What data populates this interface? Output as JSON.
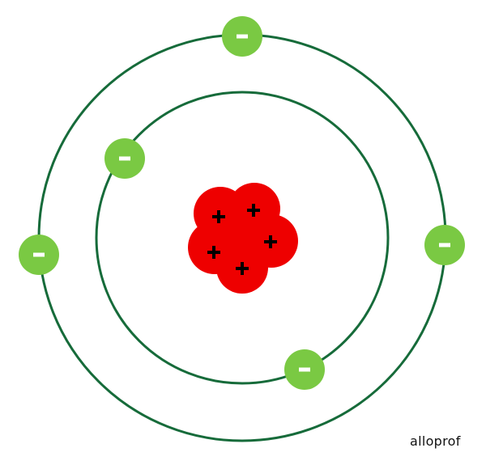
{
  "colors": {
    "orbit": "#166b3a",
    "electron": "#7ac943",
    "nucleus": "#ee0000",
    "proton_sign": "#000000",
    "electron_sign": "#ffffff"
  },
  "electron_symbol": "-",
  "proton_symbol": "+",
  "orbits": [
    {
      "name": "inner-shell",
      "electrons": 2
    },
    {
      "name": "outer-shell",
      "electrons": 3
    }
  ],
  "proton_count": 5,
  "logo": "alloprof"
}
